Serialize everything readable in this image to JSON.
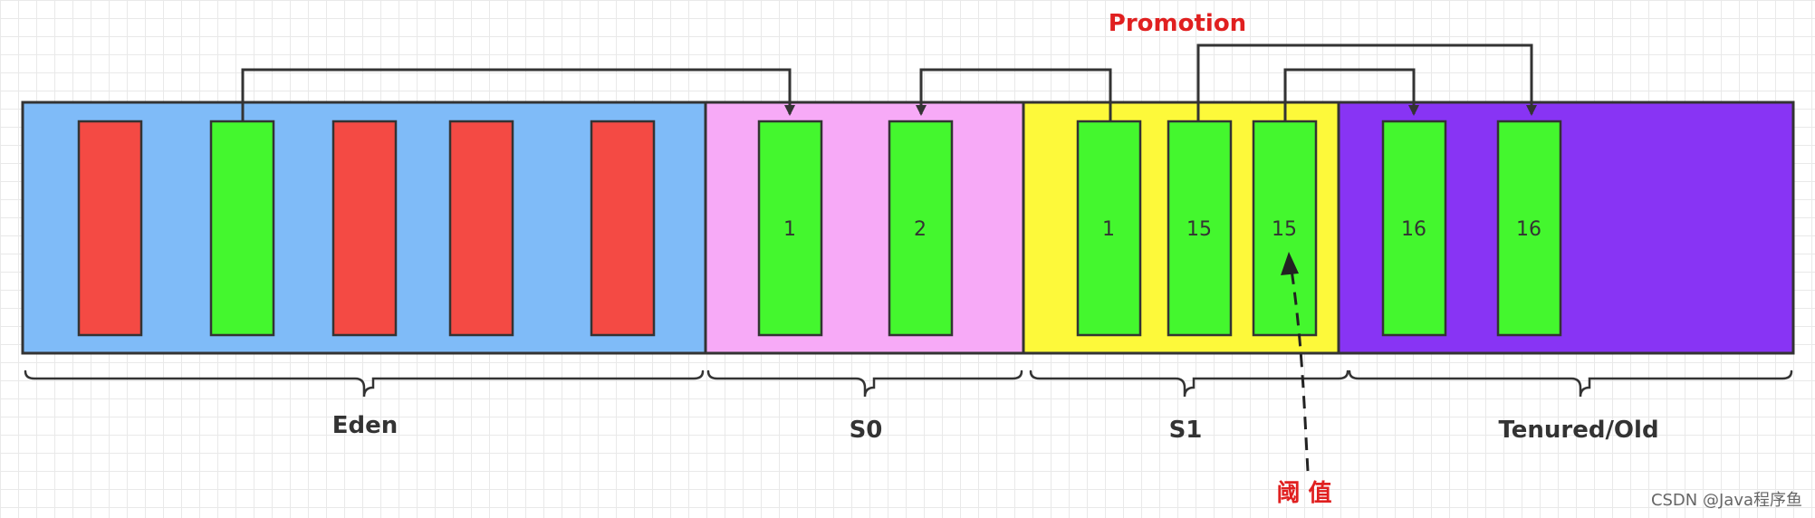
{
  "colors": {
    "eden": "#7fbbf8",
    "s0": "#f7aaf7",
    "s1": "#fdf93a",
    "tenured": "#8834f4",
    "dead": "#f44a44",
    "live": "#44f72e"
  },
  "regions": [
    {
      "id": "eden",
      "label": "Eden"
    },
    {
      "id": "s0",
      "label": "S0"
    },
    {
      "id": "s1",
      "label": "S1"
    },
    {
      "id": "tenured",
      "label": "Tenured/Old"
    }
  ],
  "objects": [
    {
      "region": "eden",
      "state": "dead",
      "age": ""
    },
    {
      "region": "eden",
      "state": "live",
      "age": ""
    },
    {
      "region": "eden",
      "state": "dead",
      "age": ""
    },
    {
      "region": "eden",
      "state": "dead",
      "age": ""
    },
    {
      "region": "eden",
      "state": "dead",
      "age": ""
    },
    {
      "region": "s0",
      "state": "live",
      "age": "1"
    },
    {
      "region": "s0",
      "state": "live",
      "age": "2"
    },
    {
      "region": "s1",
      "state": "live",
      "age": "1"
    },
    {
      "region": "s1",
      "state": "live",
      "age": "15"
    },
    {
      "region": "s1",
      "state": "live",
      "age": "15"
    },
    {
      "region": "tenured",
      "state": "live",
      "age": "16"
    },
    {
      "region": "tenured",
      "state": "live",
      "age": "16"
    }
  ],
  "annotations": {
    "promotion": "Promotion",
    "threshold": "阈 值"
  },
  "watermark": "CSDN @Java程序鱼"
}
